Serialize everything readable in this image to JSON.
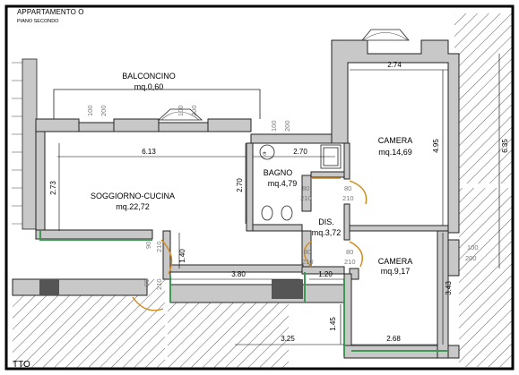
{
  "header": {
    "title": "APPARTAMENTO O",
    "subtitle": "PIANO SECONDO"
  },
  "rooms": [
    {
      "id": "balconcino",
      "name": "BALCONCINO",
      "area": "mq.0,60"
    },
    {
      "id": "soggiorno",
      "name": "SOGGIORNO-CUCINA",
      "area": "mq.22,72"
    },
    {
      "id": "bagno",
      "name": "BAGNO",
      "area": "mq.4,79"
    },
    {
      "id": "camera1",
      "name": "CAMERA",
      "area": "mq.14,69"
    },
    {
      "id": "dis",
      "name": "DIS.",
      "area": "mq.3,72"
    },
    {
      "id": "camera2",
      "name": "CAMERA",
      "area": "mq.9,17"
    }
  ],
  "dimensions": {
    "d_613": "6.13",
    "d_270_top": "2.70",
    "d_274": "2.74",
    "d_273": "2.73",
    "d_270_side": "2.70",
    "d_495": "4.95",
    "d_635": "6.35",
    "d_140": "1.40",
    "d_380": "3.80",
    "d_120": "1.20",
    "d_343": "3.43",
    "d_145": "1.45",
    "d_325": "3.25",
    "d_268": "2.68"
  },
  "openings": {
    "win_bal_l_w": "100",
    "win_bal_l_h": "200",
    "win_bal_r_w": "100",
    "win_bal_r_h": "200",
    "win_bagno_w": "100",
    "win_bagno_h": "200",
    "door_bagno_w": "80",
    "door_bagno_h": "210",
    "door_cam_w": "80",
    "door_cam_h": "210",
    "door_sogg_w": "90",
    "door_sogg_h": "210",
    "door_dis_w": "80",
    "door_dis_h": "210",
    "door_cam2_w": "80",
    "door_cam2_h": "210",
    "door_ent_w": "90",
    "door_ent_h": "210",
    "win_right_w": "100",
    "win_right_h": "200"
  },
  "stair_label": "TTO",
  "colors": {
    "wall": "#c8c8c8",
    "wall_stroke": "#222222",
    "door_arc": "#d08a1c",
    "insulation": "#3c9a52",
    "dark_block": "#555555"
  }
}
